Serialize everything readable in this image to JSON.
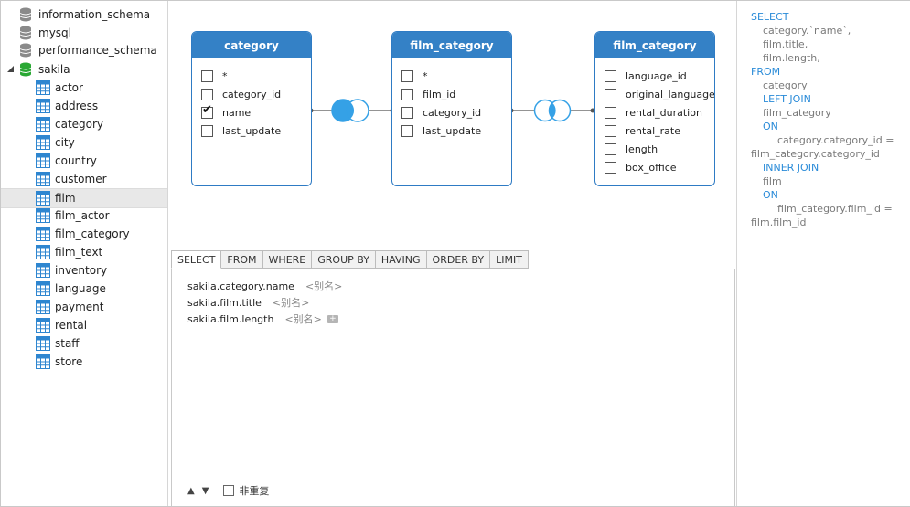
{
  "sidebar": {
    "databases": [
      {
        "label": "information_schema",
        "icon": "database-icon",
        "color": "#8a8a8a"
      },
      {
        "label": "mysql",
        "icon": "database-icon",
        "color": "#8a8a8a"
      },
      {
        "label": "performance_schema",
        "icon": "database-icon",
        "color": "#8a8a8a"
      },
      {
        "label": "sakila",
        "icon": "database-icon",
        "color": "#2aa834",
        "expanded": true
      }
    ],
    "tables": [
      {
        "label": "actor"
      },
      {
        "label": "address"
      },
      {
        "label": "category"
      },
      {
        "label": "city"
      },
      {
        "label": "country"
      },
      {
        "label": "customer"
      },
      {
        "label": "film",
        "selected": true
      },
      {
        "label": "film_actor"
      },
      {
        "label": "film_category"
      },
      {
        "label": "film_text"
      },
      {
        "label": "inventory"
      },
      {
        "label": "language"
      },
      {
        "label": "payment"
      },
      {
        "label": "rental"
      },
      {
        "label": "staff"
      },
      {
        "label": "store"
      }
    ]
  },
  "diagram": {
    "tables": [
      {
        "title": "category",
        "fields": [
          {
            "name": "*",
            "checked": false
          },
          {
            "name": "category_id",
            "checked": false
          },
          {
            "name": "name",
            "checked": true
          },
          {
            "name": "last_update",
            "checked": false
          }
        ]
      },
      {
        "title": "film_category",
        "fields": [
          {
            "name": "*",
            "checked": false
          },
          {
            "name": "film_id",
            "checked": false
          },
          {
            "name": "category_id",
            "checked": false
          },
          {
            "name": "last_update",
            "checked": false
          }
        ]
      },
      {
        "title": "film_category",
        "fields": [
          {
            "name": "language_id",
            "checked": false
          },
          {
            "name": "original_language_id",
            "checked": false
          },
          {
            "name": "rental_duration",
            "checked": false
          },
          {
            "name": "rental_rate",
            "checked": false
          },
          {
            "name": "length",
            "checked": false
          },
          {
            "name": "box_office",
            "checked": false
          }
        ]
      }
    ],
    "joins": [
      {
        "type": "left-join",
        "icon": "left-join-icon"
      },
      {
        "type": "inner-join",
        "icon": "inner-join-icon"
      }
    ],
    "colors": {
      "accent": "#3481c6",
      "join": "#35a1e6"
    }
  },
  "query_tabs": [
    {
      "label": "SELECT",
      "active": true
    },
    {
      "label": "FROM"
    },
    {
      "label": "WHERE"
    },
    {
      "label": "GROUP BY"
    },
    {
      "label": "HAVING"
    },
    {
      "label": "ORDER BY"
    },
    {
      "label": "LIMIT"
    }
  ],
  "select_columns": [
    {
      "column": "sakila.category.name",
      "alias": "<别名>"
    },
    {
      "column": "sakila.film.title",
      "alias": "<别名>"
    },
    {
      "column": "sakila.film.length",
      "alias": "<别名>"
    }
  ],
  "editor_footer": {
    "up_icon": "arrow-up-icon",
    "down_icon": "arrow-down-icon",
    "distinct_label": "非重复"
  },
  "sql_preview": [
    {
      "text": "SELECT",
      "kind": "kw",
      "indent": 0
    },
    {
      "text": "category.`name`,",
      "kind": "tx",
      "indent": 1
    },
    {
      "text": "film.title,",
      "kind": "tx",
      "indent": 1
    },
    {
      "text": "film.length,",
      "kind": "tx",
      "indent": 1
    },
    {
      "text": "FROM",
      "kind": "kw",
      "indent": 0
    },
    {
      "text": "category",
      "kind": "tx",
      "indent": 1
    },
    {
      "text": "LEFT JOIN",
      "kind": "kw",
      "indent": 1
    },
    {
      "text": "film_category",
      "kind": "tx",
      "indent": 1
    },
    {
      "text": "ON",
      "kind": "kw",
      "indent": 1
    },
    {
      "text": "category.category_id =",
      "kind": "tx",
      "indent": 2
    },
    {
      "text": "film_category.category_id",
      "kind": "tx",
      "indent": 0
    },
    {
      "text": "INNER JOIN",
      "kind": "kw",
      "indent": 1
    },
    {
      "text": "film",
      "kind": "tx",
      "indent": 1
    },
    {
      "text": "ON",
      "kind": "kw",
      "indent": 1
    },
    {
      "text": "film_category.film_id =",
      "kind": "tx",
      "indent": 2
    },
    {
      "text": "film.film_id",
      "kind": "tx",
      "indent": 0
    }
  ]
}
